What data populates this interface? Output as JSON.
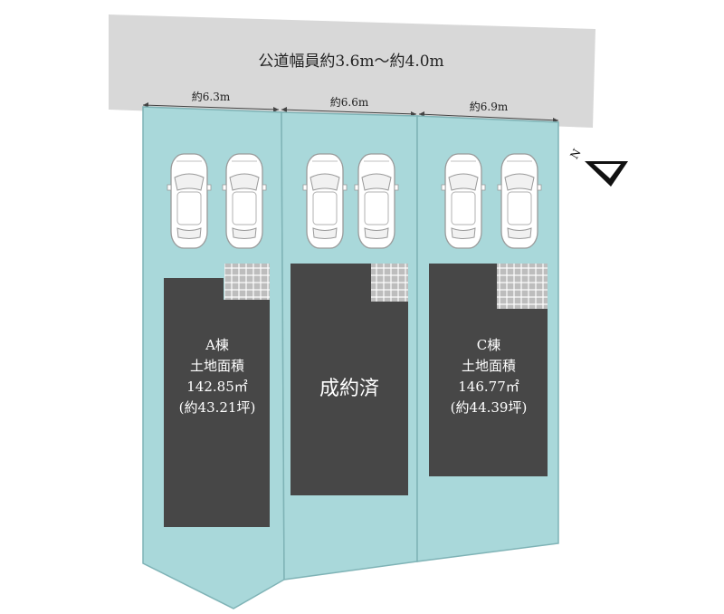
{
  "road": {
    "label": "公道幅員約3.6m〜約4.0m"
  },
  "frontages": [
    {
      "label": "約6.3m"
    },
    {
      "label": "約6.6m"
    },
    {
      "label": "約6.9m"
    }
  ],
  "lots": [
    {
      "lines": [
        "A棟",
        "土地面積",
        "142.85㎡",
        "(約43.21坪)"
      ]
    },
    {
      "lines": [
        "成約済"
      ]
    },
    {
      "lines": [
        "C棟",
        "土地面積",
        "146.77㎡",
        "(約44.39坪)"
      ]
    }
  ],
  "compass": {
    "label": "N"
  },
  "colors": {
    "road": "#d8d8d8",
    "lot_fill": "#a9d8da",
    "lot_stroke": "#7fb3b6",
    "building": "#474747",
    "dimension": "#444444"
  }
}
